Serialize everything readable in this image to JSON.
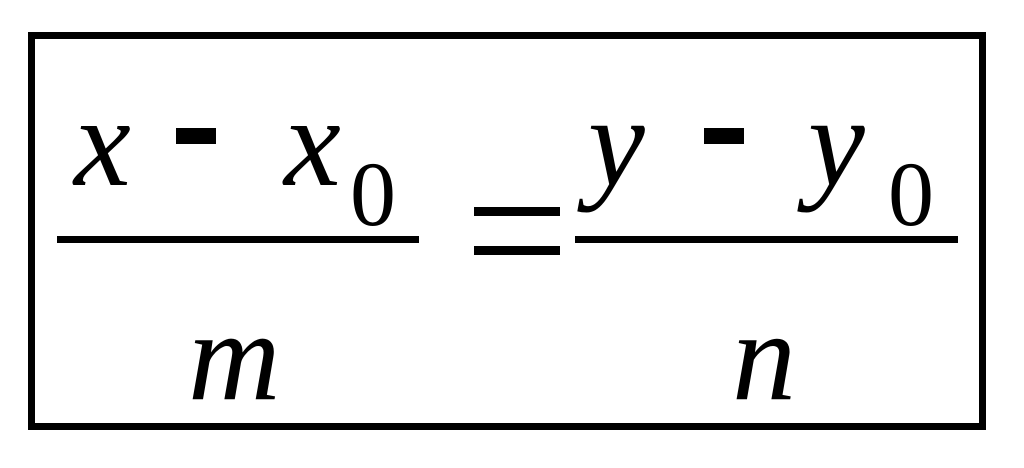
{
  "equation": {
    "left": {
      "numerator": {
        "var": "x",
        "op": "-",
        "var2": "x",
        "sub": "0"
      },
      "denominator": "m"
    },
    "relation": "=",
    "right": {
      "numerator": {
        "var": "y",
        "op": "-",
        "var2": "y",
        "sub": "0"
      },
      "denominator": "n"
    }
  }
}
